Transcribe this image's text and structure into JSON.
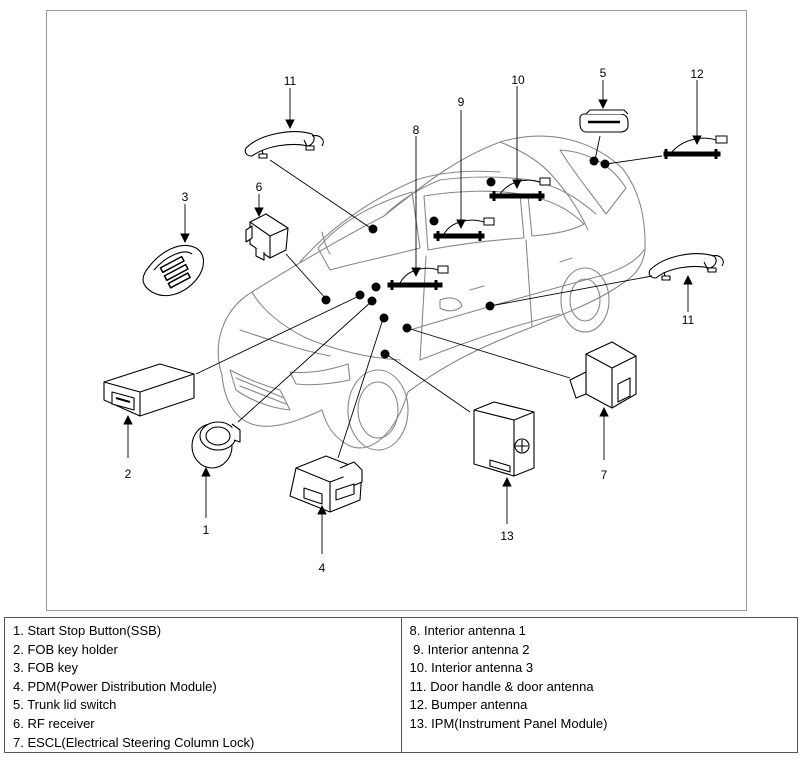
{
  "callouts": {
    "c1": "1",
    "c2": "2",
    "c3": "3",
    "c4": "4",
    "c5": "5",
    "c6": "6",
    "c7": "7",
    "c8": "8",
    "c9": "9",
    "c10": "10",
    "c11a": "11",
    "c11b": "11",
    "c12": "12",
    "c13": "13"
  },
  "legend": {
    "left": [
      "1. Start Stop Button(SSB)",
      "2. FOB key holder",
      "3. FOB key",
      "4. PDM(Power Distribution Module)",
      "5. Trunk lid switch",
      "6. RF receiver",
      "7. ESCL(Electrical Steering Column Lock)"
    ],
    "right": [
      "8. Interior antenna 1",
      " 9. Interior antenna 2",
      "10. Interior antenna 3",
      "11. Door handle & door antenna",
      "12. Bumper antenna",
      "13. IPM(Instrument Panel Module)"
    ]
  }
}
